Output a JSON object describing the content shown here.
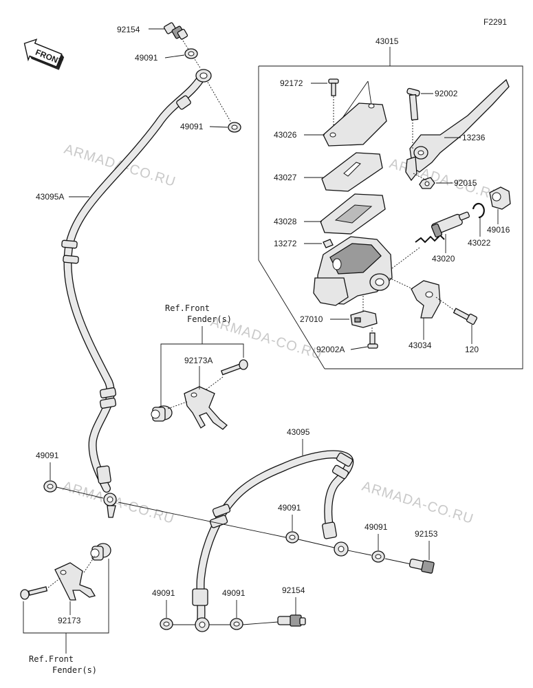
{
  "diagram_code": "F2291",
  "front_label": "FRONT",
  "watermark": "ARMADA-CO.RU",
  "ref_front_fender": [
    "Ref.Front",
    "Fender(s)"
  ],
  "parts": {
    "p92154_top": "92154",
    "p49091_a": "49091",
    "p49091_b": "49091",
    "p43095A": "43095A",
    "p43015": "43015",
    "p92172": "92172",
    "p92002": "92002",
    "p43026": "43026",
    "p13236": "13236",
    "p43027": "43027",
    "p92015": "92015",
    "p43028": "43028",
    "p49016": "49016",
    "p43022": "43022",
    "p13272": "13272",
    "p43020": "43020",
    "p27010": "27010",
    "p92002A": "92002A",
    "p43034": "43034",
    "p120": "120",
    "p92173A": "92173A",
    "p49091_c": "49091",
    "p43095": "43095",
    "p49091_d": "49091",
    "p49091_e": "49091",
    "p92153": "92153",
    "p92173": "92173",
    "p49091_f": "49091",
    "p49091_g": "49091",
    "p92154_bottom": "92154"
  }
}
